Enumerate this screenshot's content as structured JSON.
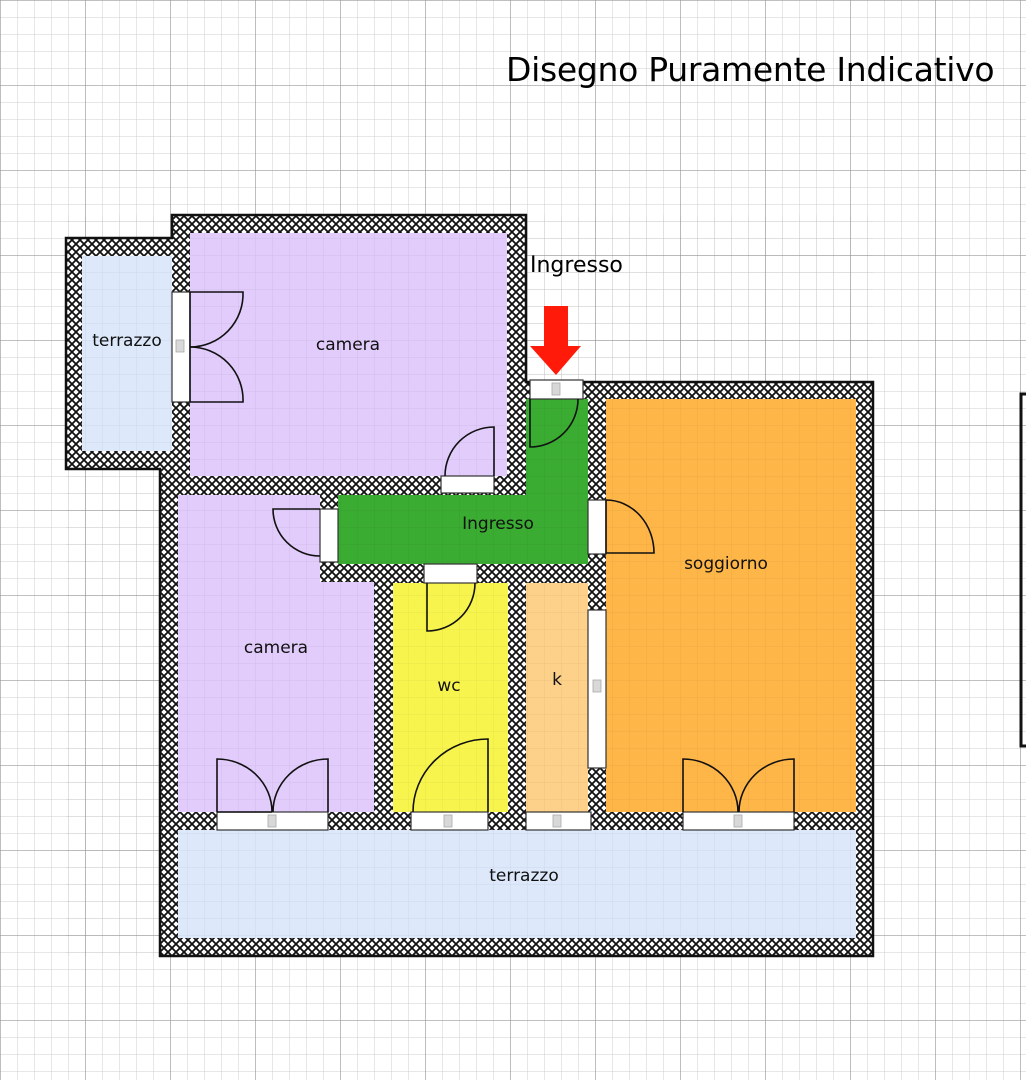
{
  "title": "Disegno Puramente Indicativo",
  "entrance_label": "Ingresso",
  "rooms": {
    "terrazzo_small": "terrazzo",
    "camera_top": "camera",
    "ingresso": "Ingresso",
    "camera_left": "camera",
    "wc": "wc",
    "k": "k",
    "soggiorno": "soggiorno",
    "terrazzo_bottom": "terrazzo"
  },
  "colors": {
    "camera": "#e2ccfb",
    "ingresso": "#3aac32",
    "wc": "#f8f44e",
    "k": "#fed18a",
    "soggiorno": "#ffb648",
    "terrazzo": "#dde9fb",
    "arrow": "#ff1a0a",
    "wall": "#111111",
    "grid": "#bdbdbd"
  }
}
